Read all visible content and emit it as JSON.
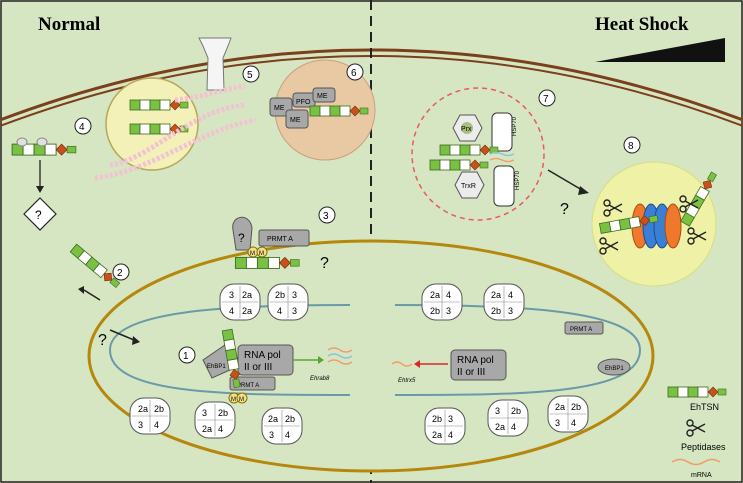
{
  "panels": {
    "left_title": "Normal",
    "right_title": "Heat Shock"
  },
  "step_numbers": [
    "1",
    "2",
    "3",
    "4",
    "5",
    "6",
    "7",
    "8"
  ],
  "question_mark": "?",
  "histone_labels": {
    "h2a": "2a",
    "h2b": "2b",
    "h3": "3",
    "h4": "4"
  },
  "protein_labels": {
    "prmt_a": "PRMT A",
    "rna_pol": "RNA pol",
    "rna_pol_2": "II or III",
    "me": "ME",
    "pfo": "PFO",
    "prx": "Prx",
    "trxr": "TrxR",
    "hsp70": "HSP70",
    "ehbp1": "EhBP1",
    "methyl": "M",
    "hsp": "Hsp70"
  },
  "gene_labels": {
    "left_gene": "Ehrab8",
    "right_gene": "Ehtrx5"
  },
  "legend": {
    "ehtsn": "EhTSN",
    "peptidases": "Peptidases",
    "mrna": "mRNA"
  },
  "colors": {
    "background": "#d6e6c3",
    "membrane": "#7b3f1b",
    "nucleus_border": "#b5870c",
    "chromatin_line": "#6a9aa8",
    "nucleosome_fill": "#ffffff",
    "tsn_green": "#7ac143",
    "tsn_diamond": "#c8501a",
    "grey_protein": "#a8a8a8",
    "vesicle_yellow": "#f3f0b8",
    "vesicle_peach": "#e8c9a4",
    "stress_circle": "#ea5a5a",
    "proteasome_bg": "#eff2a6"
  }
}
